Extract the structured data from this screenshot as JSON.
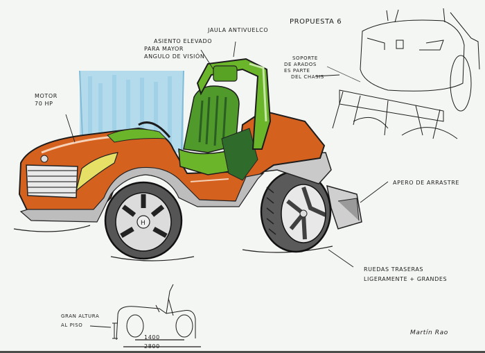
{
  "sheet": {
    "title": "PROPUESTA 6",
    "signature": "Martín Rao"
  },
  "annotations": {
    "cage": {
      "lines": [
        "JAULA ANTIVUELCO"
      ]
    },
    "seat": {
      "lines": [
        "ASIENTO ELEVADO",
        "PARA MAYOR",
        "ANGULO DE VISIÓN"
      ]
    },
    "motor": {
      "lines": [
        "MOTOR",
        "70 HP"
      ]
    },
    "winch_support": {
      "lines": [
        "SOPORTE",
        "DE ARADOS",
        "ES PARTE",
        "DEL CHASIS"
      ]
    },
    "tow": {
      "lines": [
        "APERO DE ARRASTRE"
      ]
    },
    "rear_wheels": {
      "lines": [
        "RUEDAS TRASERAS",
        "LIGERAMENTE + GRANDES"
      ]
    },
    "clearance": {
      "lines": [
        "GRAN ALTURA",
        "AL PISO"
      ]
    }
  },
  "dimensions": {
    "wheelbase": "1400",
    "overall_length": "2800"
  },
  "colors": {
    "paper": "#f4f6f3",
    "body_orange": "#d5611f",
    "cage_green": "#6bb52a",
    "seat_dark_green": "#2f6b2a",
    "sky_blue": "#8ccbe8",
    "ink": "#1c1c1c",
    "tire_grey": "#555555"
  }
}
